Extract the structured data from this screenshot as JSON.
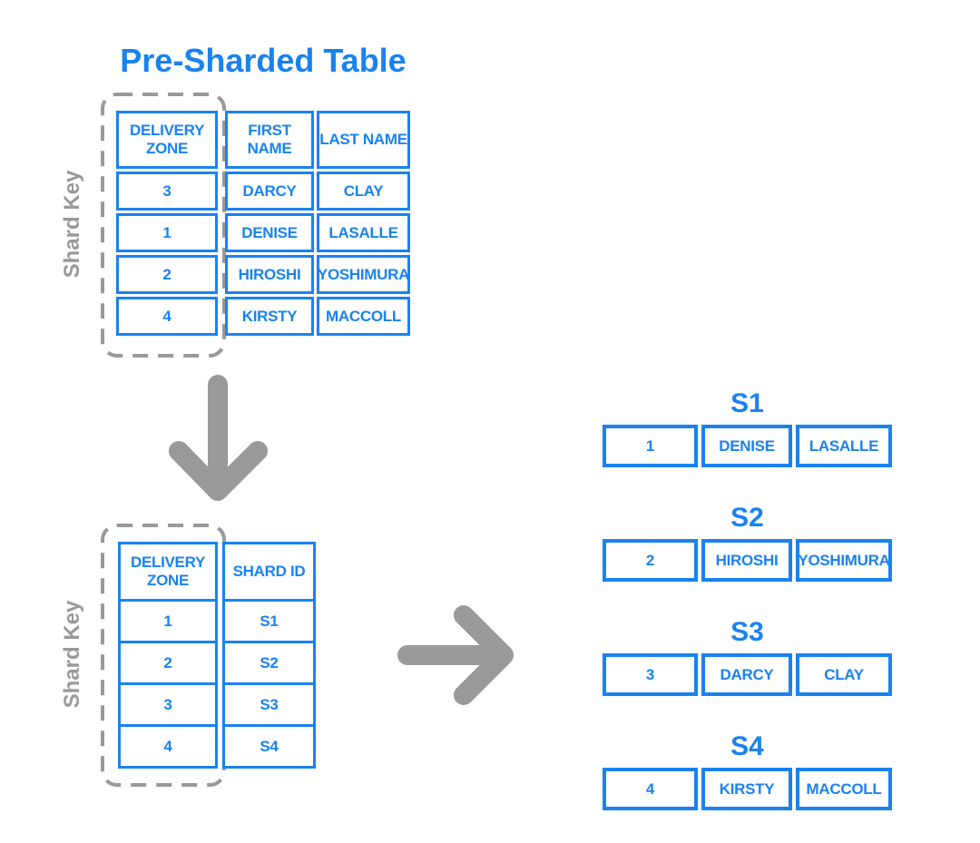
{
  "colors": {
    "blue": "#1A82F0",
    "gray": "#999999"
  },
  "labels": {
    "shard_key": "Shard Key"
  },
  "pre_table": {
    "title": "Pre-Sharded Table",
    "headers": [
      "DELIVERY ZONE",
      "FIRST NAME",
      "LAST NAME"
    ],
    "rows": [
      [
        "3",
        "DARCY",
        "CLAY"
      ],
      [
        "1",
        "DENISE",
        "LASALLE"
      ],
      [
        "2",
        "HIROSHI",
        "YOSHIMURA"
      ],
      [
        "4",
        "KIRSTY",
        "MACCOLL"
      ]
    ]
  },
  "shard_map_table": {
    "headers": [
      "DELIVERY ZONE",
      "SHARD ID"
    ],
    "rows": [
      [
        "1",
        "S1"
      ],
      [
        "2",
        "S2"
      ],
      [
        "3",
        "S3"
      ],
      [
        "4",
        "S4"
      ]
    ]
  },
  "shards": [
    {
      "title": "S1",
      "row": [
        "1",
        "DENISE",
        "LASALLE"
      ]
    },
    {
      "title": "S2",
      "row": [
        "2",
        "HIROSHI",
        "YOSHIMURA"
      ]
    },
    {
      "title": "S3",
      "row": [
        "3",
        "DARCY",
        "CLAY"
      ]
    },
    {
      "title": "S4",
      "row": [
        "4",
        "KIRSTY",
        "MACCOLL"
      ]
    }
  ],
  "icons": {
    "down_arrow": "arrow-down",
    "right_arrow": "arrow-right"
  }
}
